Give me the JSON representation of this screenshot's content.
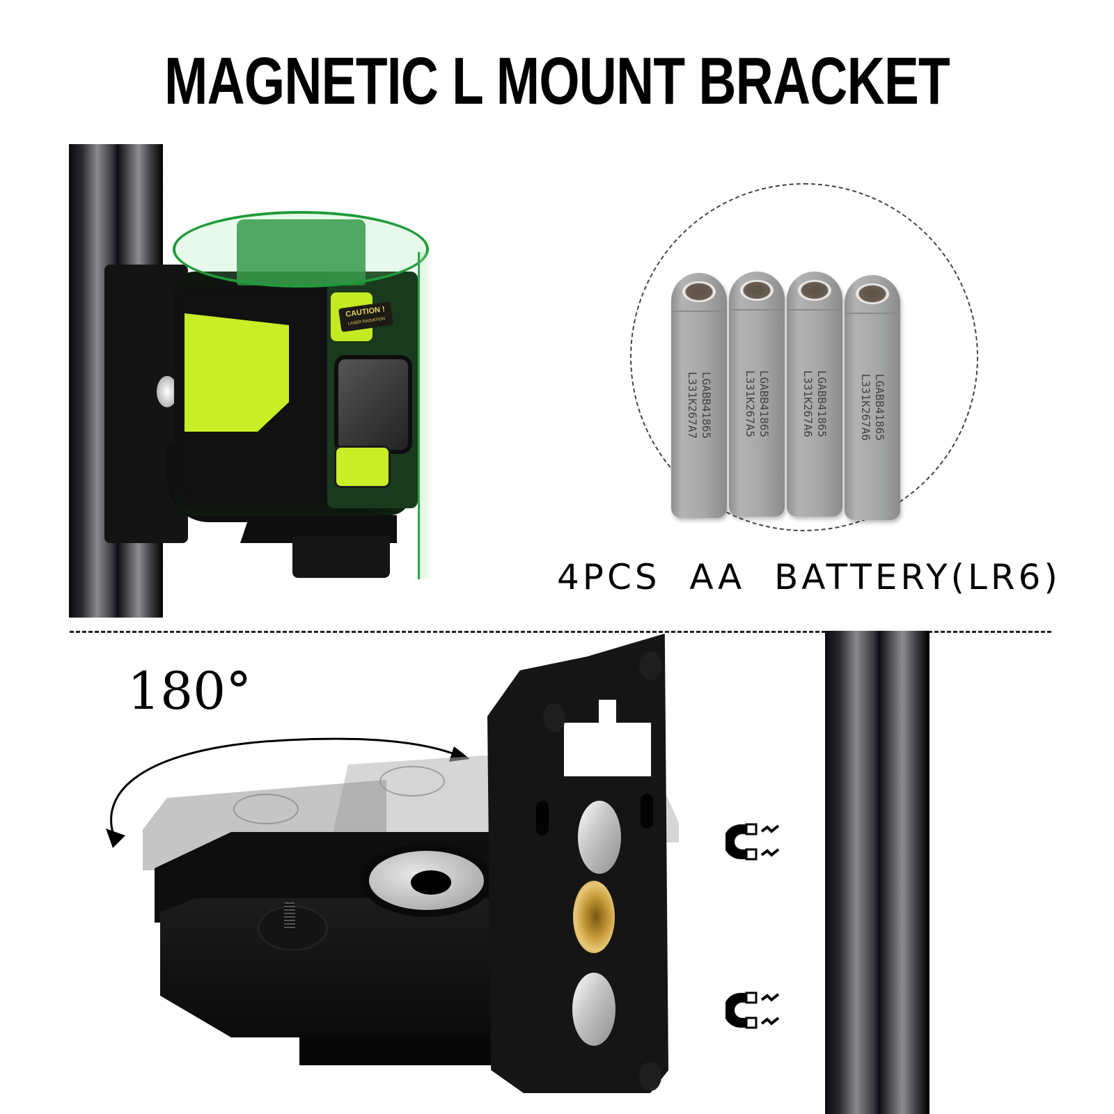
{
  "header": {
    "title": "MAGNETIC L MOUNT BRACKET"
  },
  "upper_section": {
    "device": {
      "caution_label": "CAUTION !",
      "caution_sublabel": "LASER RADIATION",
      "laser_color": "#1f9a3a",
      "body_accent_color": "#c9ee28"
    },
    "battery_panel": {
      "caption": "4PCS  AA  BATTERY(LR6)",
      "batteries": [
        {
          "line1": "LGABB41865",
          "line2": "L331K267A7"
        },
        {
          "line1": "LGABB41865",
          "line2": "L331K267A5"
        },
        {
          "line1": "LGABB41865",
          "line2": "L331K267A6"
        },
        {
          "line1": "LGABB41865",
          "line2": "L331K267A6"
        }
      ]
    }
  },
  "lower_section": {
    "rotation_label": "180°",
    "icons": [
      {
        "name": "magnet-icon",
        "position": "upper"
      },
      {
        "name": "magnet-icon",
        "position": "lower"
      }
    ],
    "colors": {
      "brass_insert": "#c69a38",
      "magnet": "#c8c8c8",
      "bracket": "#151515"
    }
  }
}
